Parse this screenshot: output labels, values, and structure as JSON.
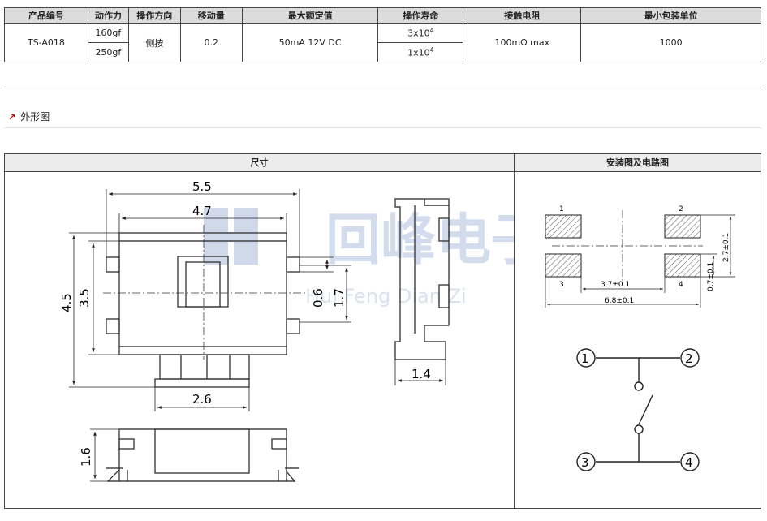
{
  "spec_table": {
    "headers": [
      "产品编号",
      "动作力",
      "操作方向",
      "移动量",
      "最大额定值",
      "操作寿命",
      "接触电阻",
      "最小包装单位"
    ],
    "part_no": "TS-A018",
    "force": [
      "160gf",
      "250gf"
    ],
    "direction": "侧按",
    "travel": "0.2",
    "rating": "50mA 12V DC",
    "life_base": [
      "3x10",
      "1x10"
    ],
    "life_exp": [
      "4",
      "4"
    ],
    "resistance": "100mΩ max",
    "min_pack": "1000"
  },
  "section": {
    "arrow": "↗",
    "title": "外形图"
  },
  "panels": {
    "left_title": "尺寸",
    "right_title": "安装图及电路图"
  },
  "watermark": {
    "cn": "回峰电子",
    "en": "Hui Feng Dian Zi"
  },
  "dims": {
    "w55": "5.5",
    "w47": "4.7",
    "h45": "4.5",
    "h35": "3.5",
    "h06": "0.6",
    "h17": "1.7",
    "w26": "2.6",
    "w14": "1.4",
    "h16": "1.6"
  },
  "mount": {
    "pins": [
      "1",
      "2",
      "3",
      "4"
    ],
    "d37": "3.7±0.1",
    "d68": "6.8±0.1",
    "d27": "2.7±0.1",
    "d07": "0.7±0.1"
  },
  "circuit": {
    "nodes": [
      "1",
      "2",
      "3",
      "4"
    ]
  }
}
